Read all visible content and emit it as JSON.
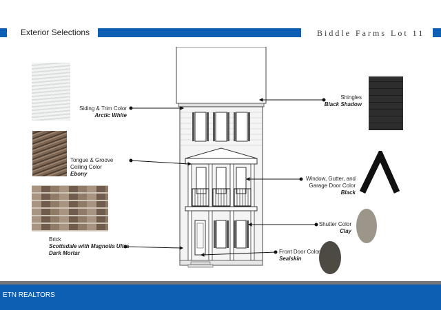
{
  "header": {
    "title": "Exterior Selections",
    "lot": "Biddle Farms Lot 11"
  },
  "selections": [
    {
      "label": "Siding & Trim Color",
      "value": "Arctic White"
    },
    {
      "label": "Tongue & Groove Ceiling Color",
      "value": "Ebony"
    },
    {
      "label": "Brick",
      "value": "Scottsdale with Magnolia Ultra Dark Mortar"
    },
    {
      "label": "Shingles",
      "value": "Black Shadow"
    },
    {
      "label": "Window, Gutter, and Garage Door Color",
      "value": "Black"
    },
    {
      "label": "Shutter Color",
      "value": "Clay"
    },
    {
      "label": "Front Door Color",
      "value": "Sealskin"
    }
  ],
  "colors": {
    "accent": "#0d5fb3",
    "siding": "#e9eaea",
    "ebony": "#6e5a48",
    "brick": "#8a7560",
    "shingles": "#2b2b2b",
    "clay": "#9c968a",
    "sealskin": "#4d4a44"
  },
  "footer": {
    "brand": "ETN REALTORS"
  }
}
